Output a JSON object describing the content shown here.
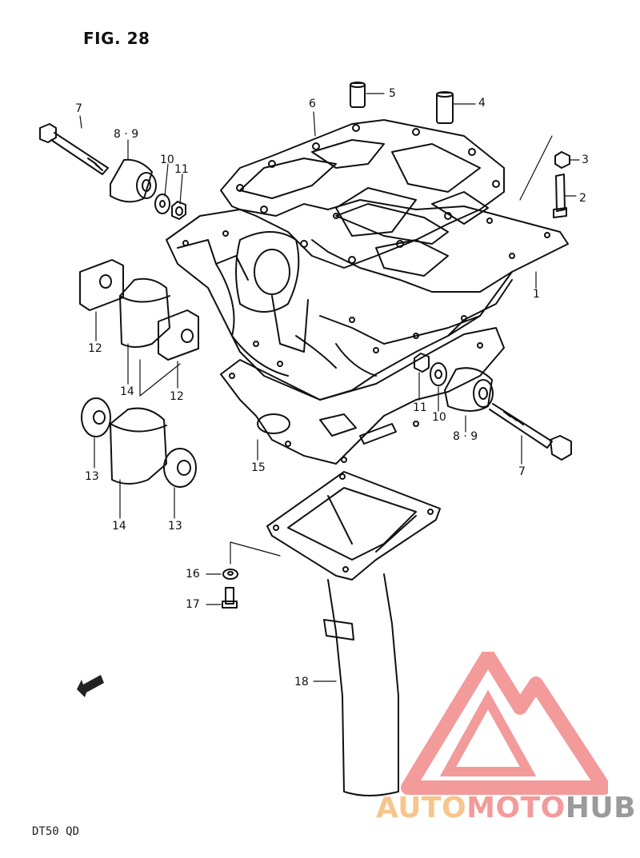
{
  "figure": {
    "title": "FIG. 28",
    "model_code": "DT50 QD",
    "fwd_mark": "FWD"
  },
  "callouts": {
    "c1": "1",
    "c2": "2",
    "c3": "3",
    "c4": "4",
    "c5": "5",
    "c6": "6",
    "c7a": "7",
    "c7b": "7",
    "c89a": "8 · 9",
    "c89b": "8 · 9",
    "c10a": "10",
    "c10b": "10",
    "c11a": "11",
    "c11b": "11",
    "c12a": "12",
    "c12b": "12",
    "c13a": "13",
    "c13b": "13",
    "c14a": "14",
    "c14b": "14",
    "c15": "15",
    "c16": "16",
    "c17": "17",
    "c18": "18"
  },
  "watermark": {
    "part1": "AUTO",
    "part2": "MOTO",
    "part3": "HUB",
    "colors": {
      "orange": "#f7c58c",
      "red": "#f39a9a",
      "gray": "#9a9a9a"
    }
  }
}
